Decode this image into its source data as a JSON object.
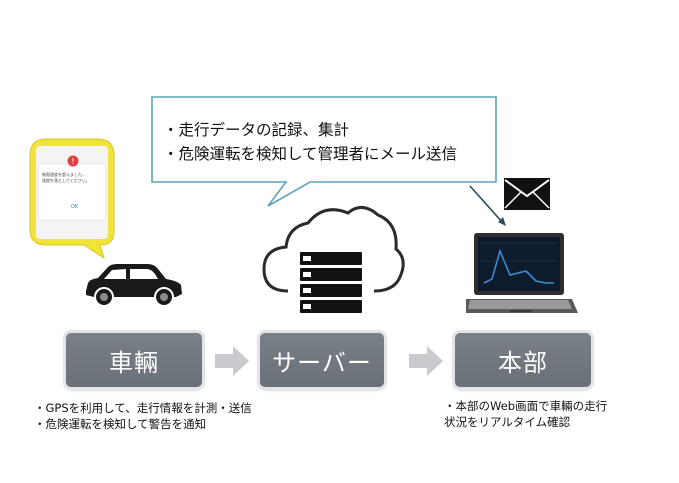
{
  "bubble": {
    "lines": [
      "・走行データの記録、集計",
      "・危険運転を検知して管理者にメール送信"
    ]
  },
  "phone": {
    "message_lines": [
      "制限速度を超えました。",
      "速度を落としてください。"
    ],
    "ok_label": "OK"
  },
  "stages": {
    "car": "車輛",
    "server": "サーバー",
    "hq": "本部"
  },
  "descriptions": {
    "car": [
      "・GPSを利用して、走行情報を計測・送信",
      "・危険運転を検知して警告を通知"
    ],
    "hq": [
      "・本部のWeb画面で車輛の走行",
      "状況をリアルタイム確認"
    ]
  },
  "icons": {
    "car": "car-icon",
    "cloud": "cloud-icon",
    "server": "server-icon",
    "laptop": "laptop-icon",
    "mail": "mail-icon",
    "phone": "smartphone-icon",
    "alert": "alert-icon"
  },
  "colors": {
    "stage_fill": "#70767e",
    "bubble_border": "#5fa3b8",
    "arrow_fill": "#c8cacd",
    "phone_frame": "#f2e33a",
    "chart_line": "#3b8bd8"
  }
}
